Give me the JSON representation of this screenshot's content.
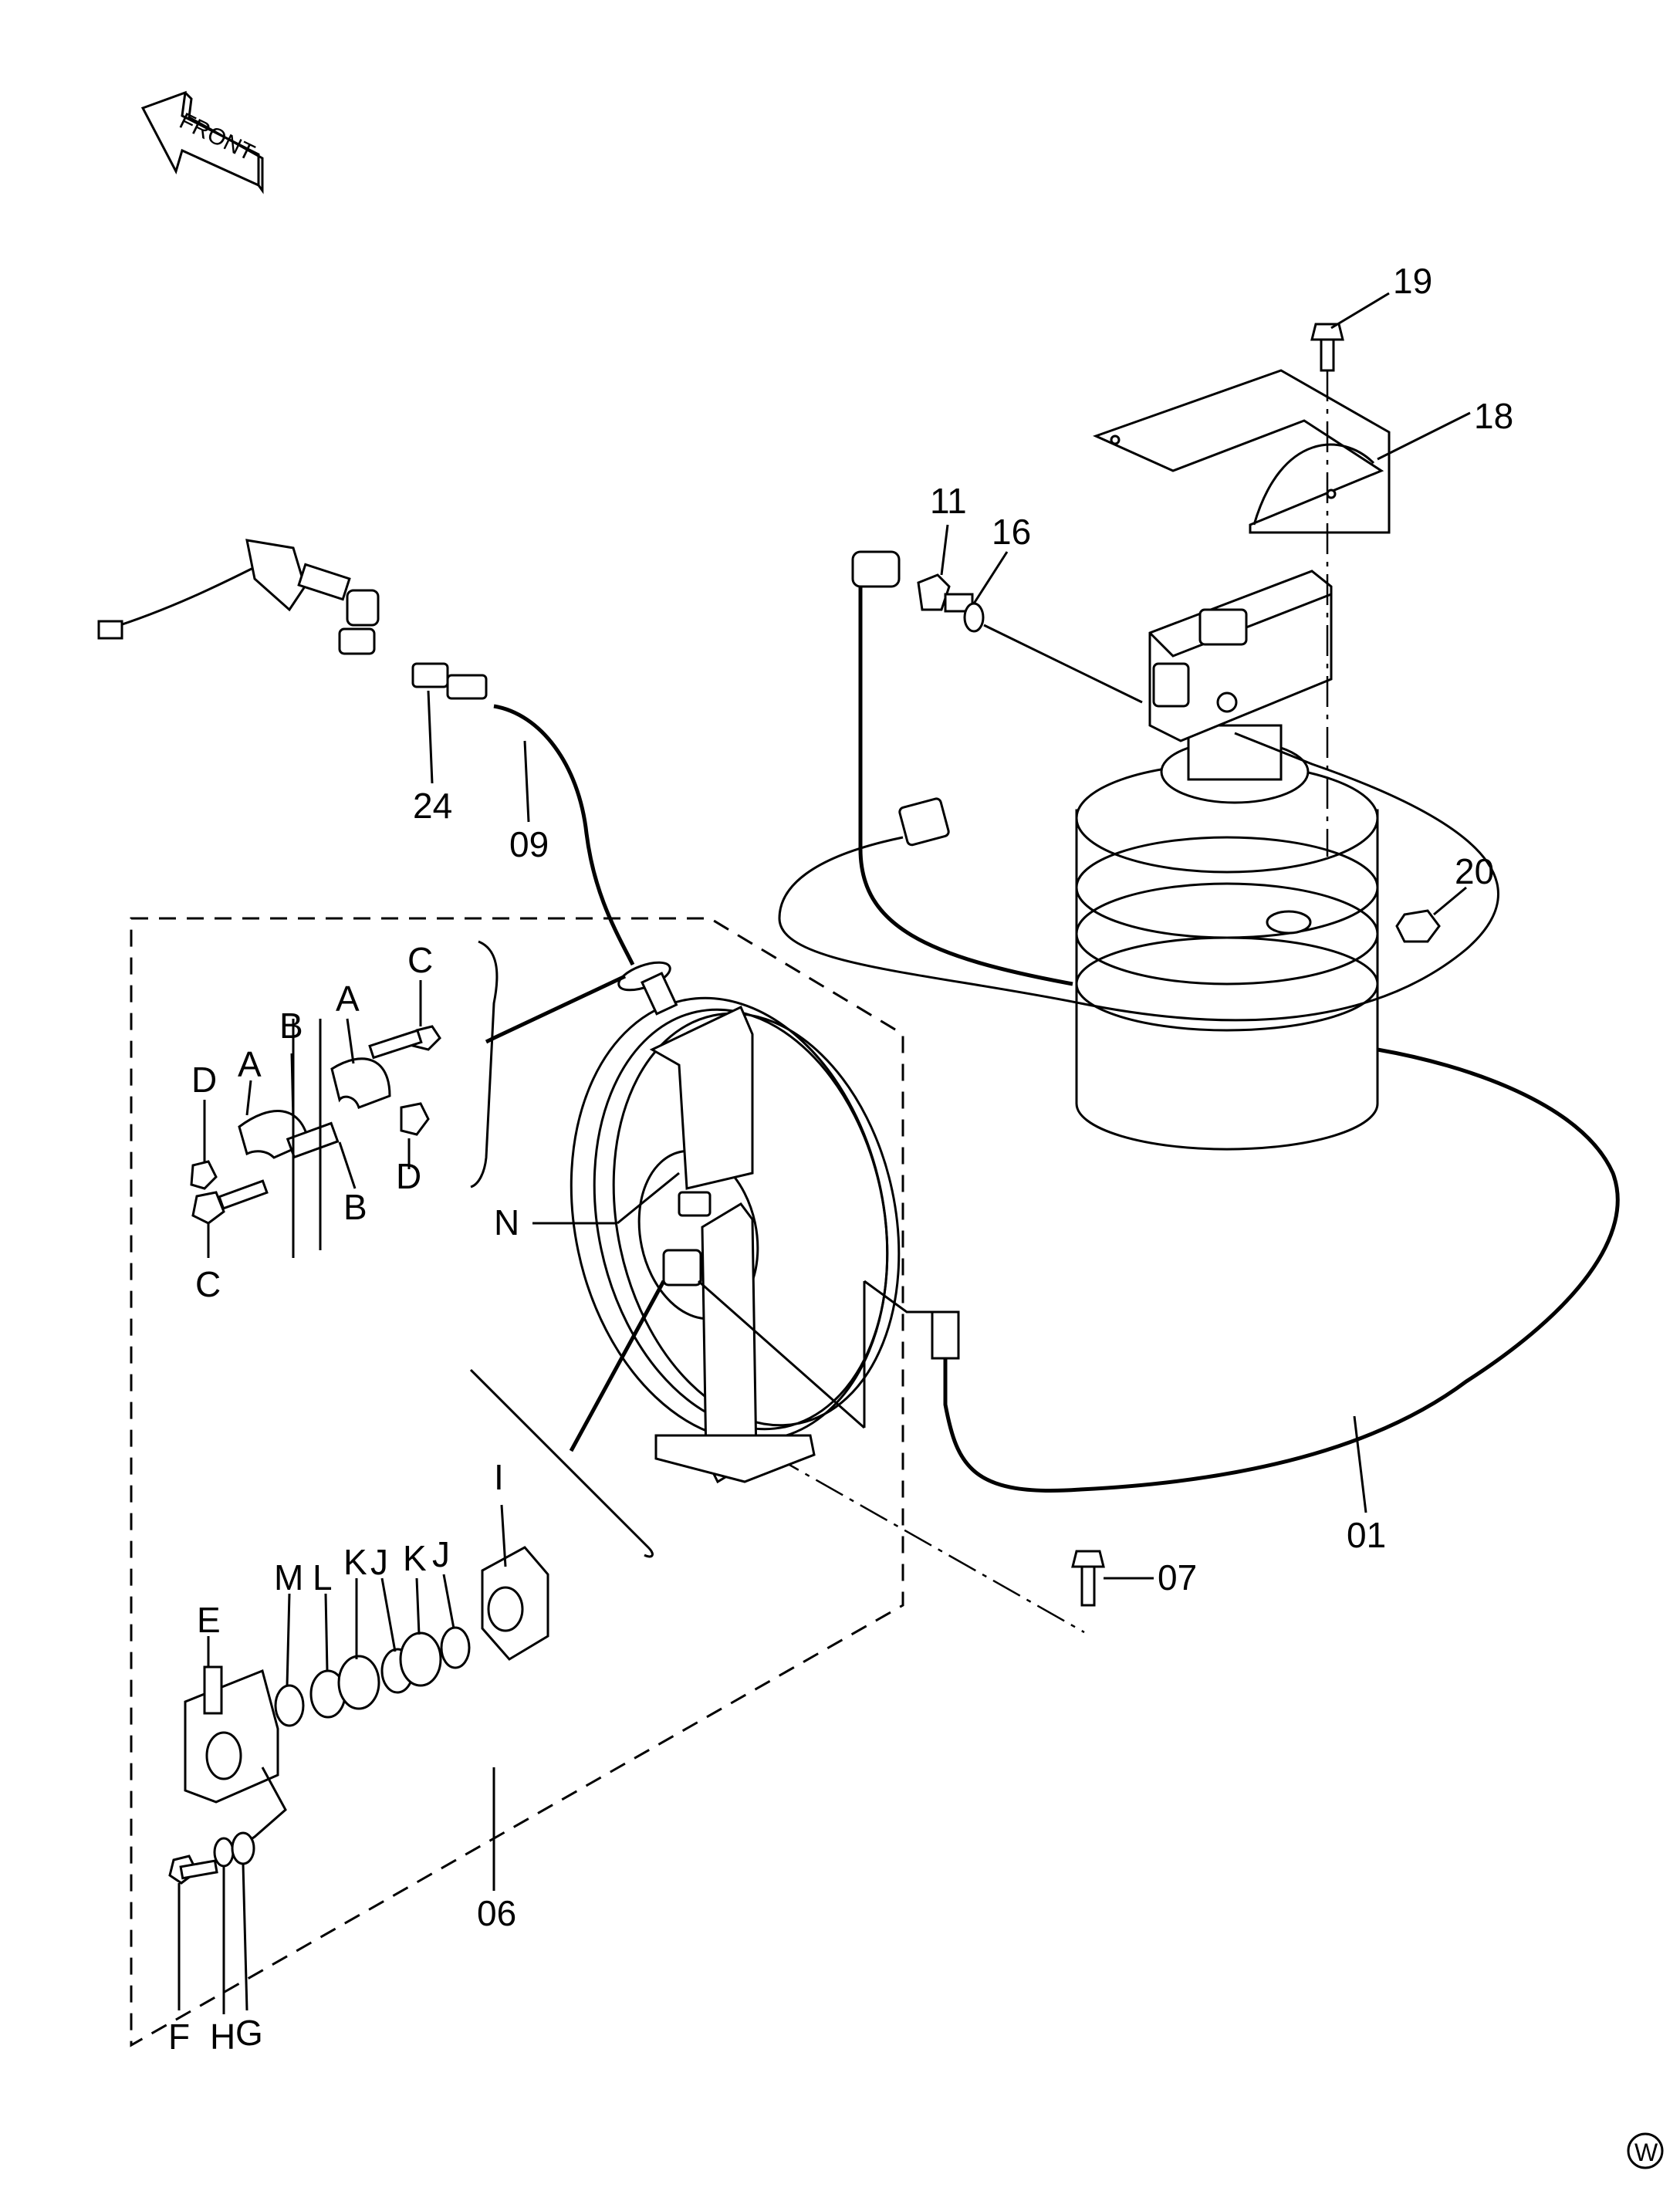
{
  "front_arrow": {
    "text": "FRONT"
  },
  "corner_mark": {
    "text": "W"
  },
  "labels": {
    "l19": "19",
    "l18": "18",
    "l11": "11",
    "l16": "16",
    "l20": "20",
    "l24": "24",
    "l09": "09",
    "l01": "01",
    "l07": "07",
    "l06": "06",
    "lN": "N",
    "lI": "I",
    "lE": "E",
    "lM": "M",
    "lL": "L",
    "lK1": "K",
    "lJ1": "J",
    "lK2": "K",
    "lJ2": "J",
    "lF": "F",
    "lH": "H",
    "lG": "G",
    "lA1": "A",
    "lA2": "A",
    "lB1": "B",
    "lB2": "B",
    "lC1": "C",
    "lC2": "C",
    "lD1": "D",
    "lD2": "D"
  }
}
